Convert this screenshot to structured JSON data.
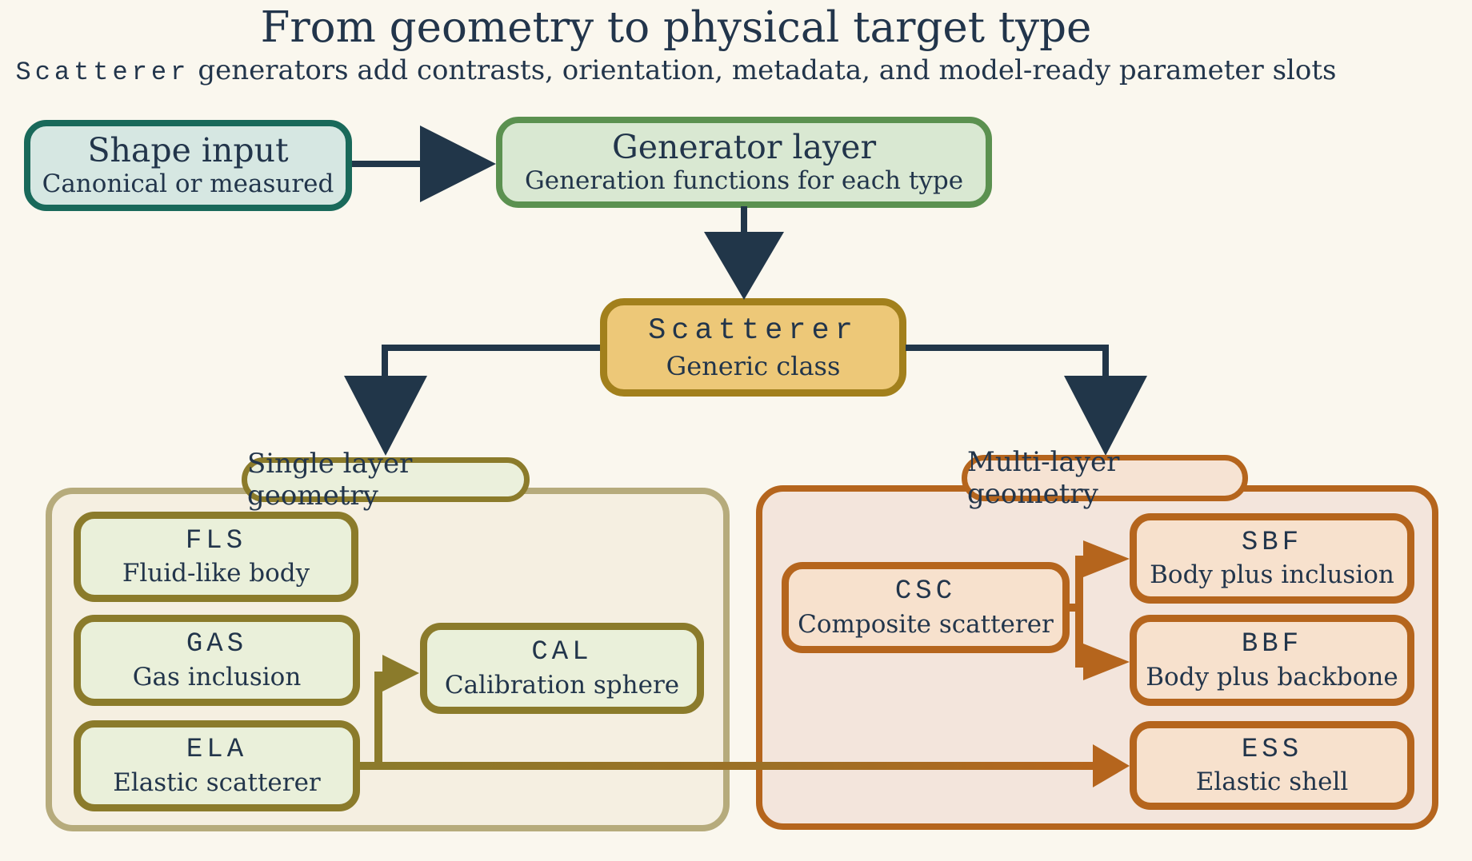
{
  "header": {
    "title": "From geometry to physical target type",
    "subtitle": {
      "code": "Scatterer",
      "rest": "generators add contrasts, orientation, metadata, and model-ready parameter slots"
    }
  },
  "flow": {
    "shape_input": {
      "title": "Shape input",
      "subtitle": "Canonical or measured"
    },
    "generator": {
      "title": "Generator layer",
      "subtitle": "Generation functions for each type"
    },
    "scatterer": {
      "title": "Scatterer",
      "subtitle": "Generic class"
    }
  },
  "single_layer": {
    "label": "Single layer geometry",
    "items": [
      {
        "code": "FLS",
        "label": "Fluid-like body"
      },
      {
        "code": "GAS",
        "label": "Gas inclusion"
      },
      {
        "code": "ELA",
        "label": "Elastic scatterer"
      }
    ],
    "cal": {
      "code": "CAL",
      "label": "Calibration sphere"
    }
  },
  "multi_layer": {
    "label": "Multi-layer geometry",
    "csc": {
      "code": "CSC",
      "label": "Composite scatterer"
    },
    "items": [
      {
        "code": "SBF",
        "label": "Body plus inclusion"
      },
      {
        "code": "BBF",
        "label": "Body plus backbone"
      },
      {
        "code": "ESS",
        "label": "Elastic shell"
      }
    ]
  },
  "colors": {
    "background": "#faf7ee",
    "text_navy": "#22354b",
    "arrow_navy": "#213649",
    "teal_border": "#19695a",
    "teal_fill": "#d6e7e2",
    "green_border": "#5b9150",
    "green_fill": "#d9e8d2",
    "gold_border": "#a2801c",
    "gold_fill": "#edc878",
    "olive_border": "#8b7b2b",
    "olive_fill": "#eaf0da",
    "tan_container_border": "#b6ab7c",
    "tan_container_fill": "#f5efe1",
    "orange_border": "#b5651d",
    "orange_fill": "#f7e1cd",
    "orange_container_fill": "#f3e5dc"
  }
}
